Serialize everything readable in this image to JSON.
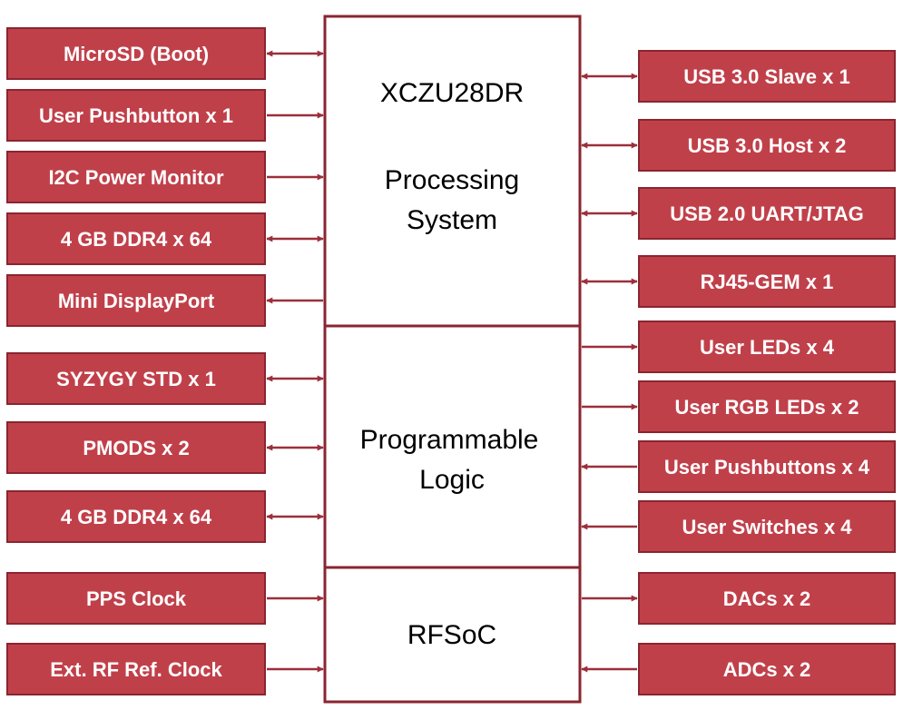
{
  "core": {
    "chip": "XCZU28DR",
    "ps_line1": "Processing",
    "ps_line2": "System",
    "pl_line1": "Programmable",
    "pl_line2": "Logic",
    "rf": "RFSoC"
  },
  "left_blocks": [
    {
      "label": "MicroSD (Boot)",
      "arrow": "both"
    },
    {
      "label": "User Pushbutton x 1",
      "arrow": "to-core"
    },
    {
      "label": "I2C Power Monitor",
      "arrow": "to-core"
    },
    {
      "label": "4 GB DDR4 x 64",
      "arrow": "both"
    },
    {
      "label": "Mini DisplayPort",
      "arrow": "to-block"
    },
    {
      "label": "SYZYGY STD x 1",
      "arrow": "both"
    },
    {
      "label": "PMODS x 2",
      "arrow": "both"
    },
    {
      "label": "4 GB DDR4 x 64",
      "arrow": "both"
    },
    {
      "label": "PPS Clock",
      "arrow": "to-core"
    },
    {
      "label": "Ext. RF Ref. Clock",
      "arrow": "to-core"
    }
  ],
  "right_blocks": [
    {
      "label": "USB 3.0 Slave x 1",
      "arrow": "both"
    },
    {
      "label": "USB 3.0 Host x 2",
      "arrow": "both"
    },
    {
      "label": "USB 2.0 UART/JTAG",
      "arrow": "both"
    },
    {
      "label": "RJ45-GEM x 1",
      "arrow": "both"
    },
    {
      "label": "User LEDs x 4",
      "arrow": "to-block"
    },
    {
      "label": "User RGB LEDs x 2",
      "arrow": "to-block"
    },
    {
      "label": "User Pushbuttons x 4",
      "arrow": "to-core"
    },
    {
      "label": "User Switches x 4",
      "arrow": "to-core"
    },
    {
      "label": "DACs x 2",
      "arrow": "to-block"
    },
    {
      "label": "ADCs x 2",
      "arrow": "to-core"
    }
  ],
  "colors": {
    "block_fill": "#c0404a",
    "block_border": "#8a2530",
    "arrow": "#9c2f3a"
  }
}
